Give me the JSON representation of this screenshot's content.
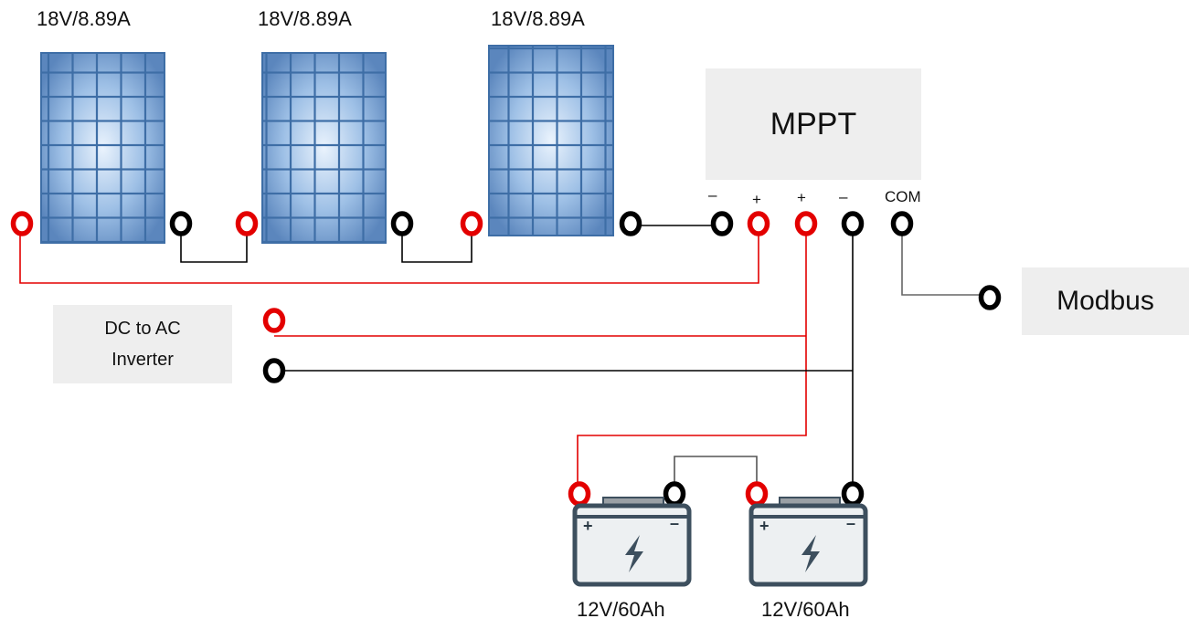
{
  "panels": [
    {
      "label": "18V/8.89A"
    },
    {
      "label": "18V/8.89A"
    },
    {
      "label": "18V/8.89A"
    }
  ],
  "mppt": {
    "title": "MPPT",
    "terminals": [
      "–",
      "+",
      "+",
      "–",
      "COM"
    ]
  },
  "modbus": {
    "label": "Modbus"
  },
  "inverter": {
    "line1": "DC to AC",
    "line2": "Inverter"
  },
  "batteries": [
    {
      "label": "12V/60Ah",
      "plus": "+",
      "minus": "–"
    },
    {
      "label": "12V/60Ah",
      "plus": "+",
      "minus": "–"
    }
  ],
  "colors": {
    "positive": "#e30000",
    "negative": "#000000",
    "com_wire": "#666666",
    "box_fill": "#eeeeee",
    "panel_cell": "#6a92c4",
    "battery_stroke": "#3d4f5e"
  }
}
